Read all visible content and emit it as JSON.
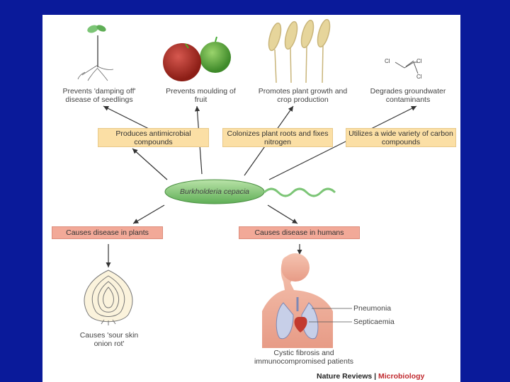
{
  "top_captions": [
    "Prevents 'damping off' disease of seedlings",
    "Prevents moulding of fruit",
    "Promotes plant growth and crop production",
    "Degrades groundwater contaminants"
  ],
  "chem_labels": [
    "Cl",
    "Cl",
    "Cl"
  ],
  "yellow_boxes": [
    "Produces antimicrobial compounds",
    "Colonizes plant roots and fixes nitrogen",
    "Utilizes a wide variety of carbon compounds"
  ],
  "bacterium_label": "Burkholderia cepacia",
  "pink_boxes": [
    "Causes disease in plants",
    "Causes disease in humans"
  ],
  "onion_caption": "Causes 'sour skin onion rot'",
  "human_labels": [
    "Pneumonia",
    "Septicaemia"
  ],
  "human_caption": "Cystic fibrosis and immunocompromised patients",
  "credit": {
    "journal": "Nature Reviews",
    "separator": " | ",
    "section": "Microbiology"
  },
  "colors": {
    "background": "#0a1a9a",
    "yellow_box": "#fbdfa5",
    "pink_box": "#f2a998",
    "bacterium": "#7cc576"
  }
}
